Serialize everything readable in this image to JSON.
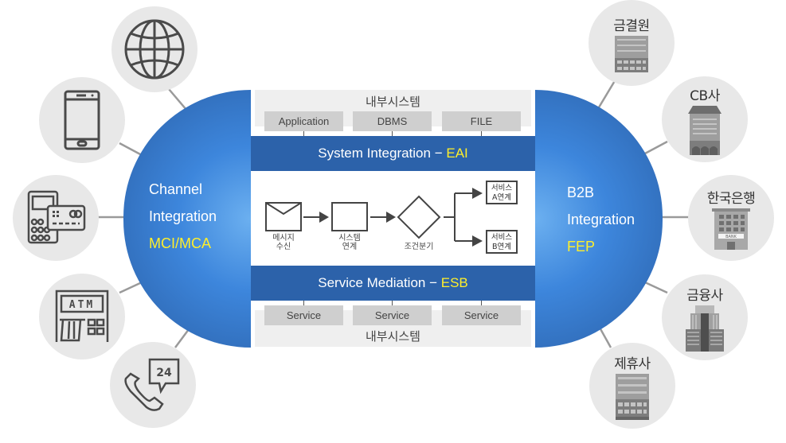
{
  "left_hub": {
    "line1": "Channel",
    "line2": "Integration",
    "highlight": "MCI/MCA"
  },
  "right_hub": {
    "line1": "B2B",
    "line2": "Integration",
    "highlight": "FEP"
  },
  "channels": [
    {
      "name": "web",
      "icon": "globe-icon"
    },
    {
      "name": "mobile",
      "icon": "smartphone-icon"
    },
    {
      "name": "card-terminal",
      "icon": "card-terminal-icon"
    },
    {
      "name": "atm",
      "icon": "atm-icon",
      "label": "ATM"
    },
    {
      "name": "call-center",
      "icon": "phone-24-icon",
      "label": "24"
    }
  ],
  "partners": [
    {
      "label": "금결원",
      "icon": "building-icon"
    },
    {
      "label": "CB사",
      "icon": "building-roof-icon"
    },
    {
      "label": "한국은행",
      "icon": "bank-building-icon",
      "sign": "BANK"
    },
    {
      "label": "금융사",
      "icon": "tower-building-icon"
    },
    {
      "label": "제휴사",
      "icon": "building-icon"
    }
  ],
  "center": {
    "top_system": {
      "title": "내부시스템",
      "chips": [
        "Application",
        "DBMS",
        "FILE"
      ]
    },
    "eai_bar": {
      "text": "System Integration − ",
      "highlight": "EAI"
    },
    "flow": {
      "steps": [
        {
          "label_line1": "메시지",
          "label_line2": "수신"
        },
        {
          "label_line1": "시스템",
          "label_line2": "연계"
        },
        {
          "label_line1": "조건분기",
          "label_line2": ""
        }
      ],
      "branches": [
        {
          "line1": "서비스",
          "line2": "A연계"
        },
        {
          "line1": "서비스",
          "line2": "B연계"
        }
      ]
    },
    "esb_bar": {
      "text": "Service Mediation − ",
      "highlight": "ESB"
    },
    "bottom_system": {
      "title": "내부시스템",
      "chips": [
        "Service",
        "Service",
        "Service"
      ]
    }
  },
  "colors": {
    "bar_blue": "#2c62aa",
    "highlight_yellow": "#ffef2a",
    "node_gray": "#e8e8e8"
  }
}
